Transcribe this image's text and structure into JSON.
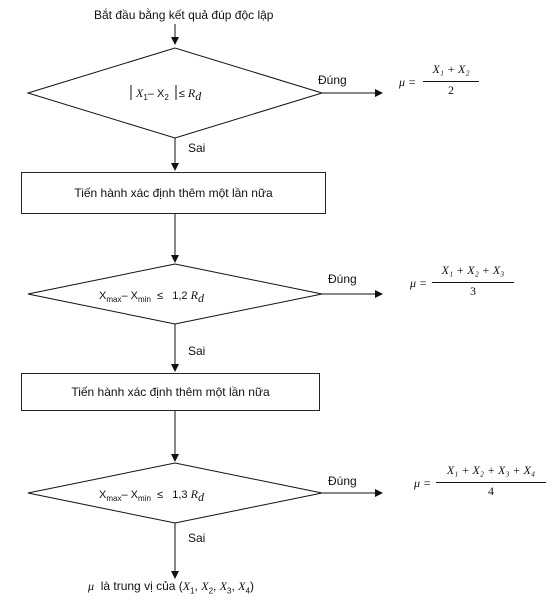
{
  "start_text": "Bắt đầu bằng kết quả đúp độc lập",
  "yes_label": "Đúng",
  "no_label": "Sai",
  "decisions": [
    {
      "var_a": "X",
      "sub_a": "1",
      "minus": "– ",
      "var_b": "X",
      "sub_b": "2",
      "cmp": "≤",
      "factor": "",
      "rhs_var": "R",
      "rhs_sub": "d"
    },
    {
      "var_a": "X",
      "sub_a": "max",
      "minus": "– ",
      "var_b": "X",
      "sub_b": "min",
      "cmp": "≤",
      "factor": "1,2",
      "rhs_var": "R",
      "rhs_sub": "d"
    },
    {
      "var_a": "X",
      "sub_a": "max",
      "minus": "– ",
      "var_b": "X",
      "sub_b": "min",
      "cmp": "≤",
      "factor": "1,3",
      "rhs_var": "R",
      "rhs_sub": "d"
    }
  ],
  "process_text": "Tiến hành xác định thêm một lần nữa",
  "results": [
    {
      "mu": "μ =",
      "numerator": "X₁ + X₂",
      "denominator": "2"
    },
    {
      "mu": "μ =",
      "numerator": "X₁ + X₂ + X₃",
      "denominator": "3"
    },
    {
      "mu": "μ =",
      "numerator": "X₁ + X₂ + X₃ + X₄",
      "denominator": "4"
    }
  ],
  "final": {
    "mu": "μ",
    "text": "là trung vị của (",
    "v1": "X",
    "s1": "1",
    "v2": "X",
    "s2": "2",
    "v3": "X",
    "s3": "3",
    "v4": "X",
    "s4": "4",
    "sep": ", ",
    "close": ")"
  }
}
